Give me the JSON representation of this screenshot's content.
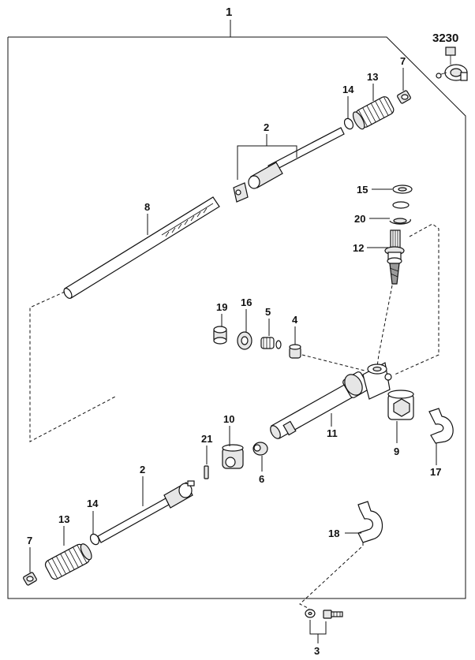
{
  "callouts": {
    "c1": "1",
    "c3230": "3230",
    "c7_top": "7",
    "c13_top": "13",
    "c14_top": "14",
    "c2_top": "2",
    "c8": "8",
    "c15": "15",
    "c20": "20",
    "c12": "12",
    "c19": "19",
    "c16": "16",
    "c5": "5",
    "c4": "4",
    "c10": "10",
    "c11": "11",
    "c9": "9",
    "c17": "17",
    "c21": "21",
    "c6": "6",
    "c2_bottom": "2",
    "c14_bottom": "14",
    "c13_bottom": "13",
    "c7_bottom": "7",
    "c18": "18",
    "c3": "3"
  }
}
